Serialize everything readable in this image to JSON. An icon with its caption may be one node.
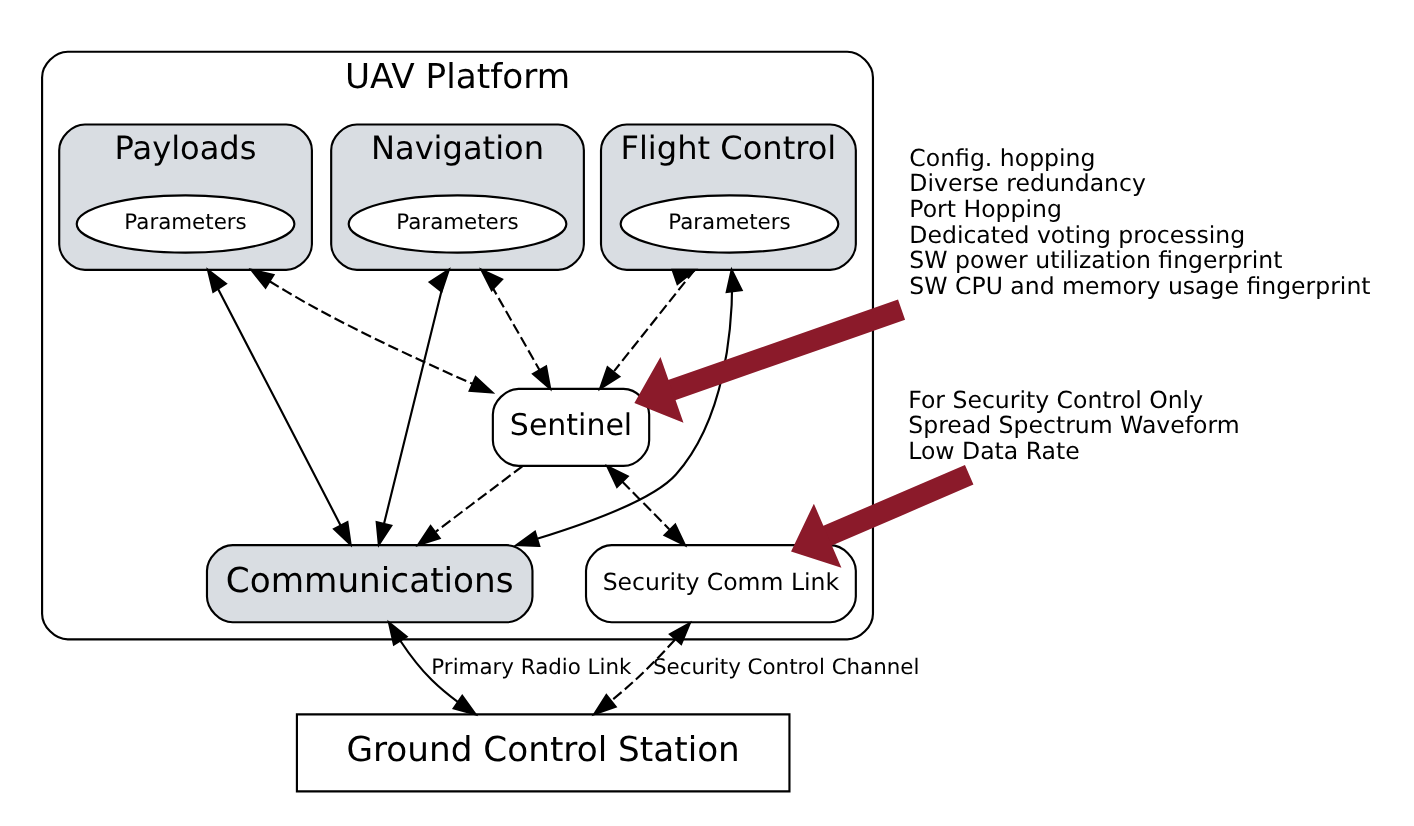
{
  "diagram": {
    "nodes": [
      {
        "text": [
          "UAV Platform"
        ]
      },
      {
        "text": [
          "Navigation"
        ],
        "in": 0
      },
      {
        "text": [
          "Parameters"
        ],
        "in": 1
      },
      {
        "text": [
          "Flight Control"
        ],
        "in": 0
      },
      {
        "text": [
          "Parameters"
        ],
        "in": 3
      },
      {
        "text": [
          "Payloads"
        ],
        "in": 0
      },
      {
        "text": [
          "Parameters"
        ],
        "in": 5
      },
      {
        "text": [
          "Communications"
        ],
        "in": 0
      },
      {
        "text": [
          "Sentinel"
        ],
        "in": 0
      },
      {
        "text": [
          "Security Comm Link"
        ],
        "in": 0
      },
      {
        "text": [
          "Ground Control Station"
        ]
      },
      {
        "text": [
          "Config. hopping",
          "Diverse redundancy",
          "Port Hopping",
          "Dedicated voting processing",
          "SW power utilization fingerprint",
          "SW CPU and memory usage fingerprint"
        ]
      },
      {
        "text": [
          "For Security Control Only",
          "Spread Spectrum Waveform",
          "Low Data Rate"
        ]
      }
    ],
    "edges": [
      {
        "from": 7,
        "to": 1,
        "arrow": "both"
      },
      {
        "from": 7,
        "to": 3,
        "arrow": "both"
      },
      {
        "from": 7,
        "to": 5,
        "arrow": "both"
      },
      {
        "from": 1,
        "to": 8,
        "arrow": "both",
        "style": "dashed"
      },
      {
        "from": 3,
        "to": 8,
        "arrow": "both",
        "style": "dashed"
      },
      {
        "from": 5,
        "to": 8,
        "arrow": "both",
        "style": "dashed"
      },
      {
        "from": 8,
        "to": 7,
        "arrow": "to",
        "style": "dashed"
      },
      {
        "from": 8,
        "to": 9,
        "arrow": "both",
        "style": "dashed"
      },
      {
        "from": 7,
        "to": 10,
        "arrow": "both",
        "label": "Primary Radio Link"
      },
      {
        "from": 9,
        "to": 10,
        "arrow": "both",
        "style": "dashed",
        "label": "Security Control Channel"
      },
      {
        "from": 11,
        "to": 8,
        "arrow": "to",
        "style": "thick",
        "color": "#8b1a2a"
      },
      {
        "from": 12,
        "to": 9,
        "arrow": "to",
        "style": "thick",
        "color": "#8b1a2a"
      }
    ]
  }
}
